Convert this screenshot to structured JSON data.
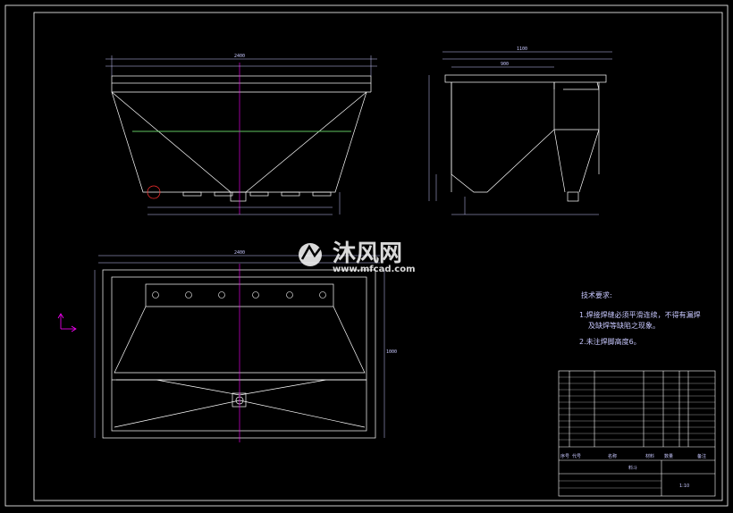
{
  "technical_requirements": {
    "title": "技术要求:",
    "line1": "1.焊接焊缝必须平滑连续，不得有漏焊",
    "line1b": "及缺焊等缺陷之现象。",
    "line2": "2.未注焊脚高度6。"
  },
  "watermark": {
    "brand_cn": "沐风网",
    "url": "www.mfcad.com"
  },
  "dimensions": {
    "front_overall": "2400",
    "side_overall": "1100",
    "side_inner": "900",
    "plan_overall": "2400",
    "plan_height": "1000"
  },
  "title_block": {
    "drawing_name": "料斗",
    "scale": "1:10",
    "header_seq": "序号",
    "header_code": "代号",
    "header_name": "名称",
    "header_qty": "数量",
    "header_material": "材料",
    "header_note": "备注"
  },
  "colors": {
    "background": "#000000",
    "line": "#ffffff",
    "dimension": "#c8c8ff",
    "centerline": "#ff00ff",
    "axis_red": "#ff3030",
    "axis_green": "#00cc00"
  }
}
